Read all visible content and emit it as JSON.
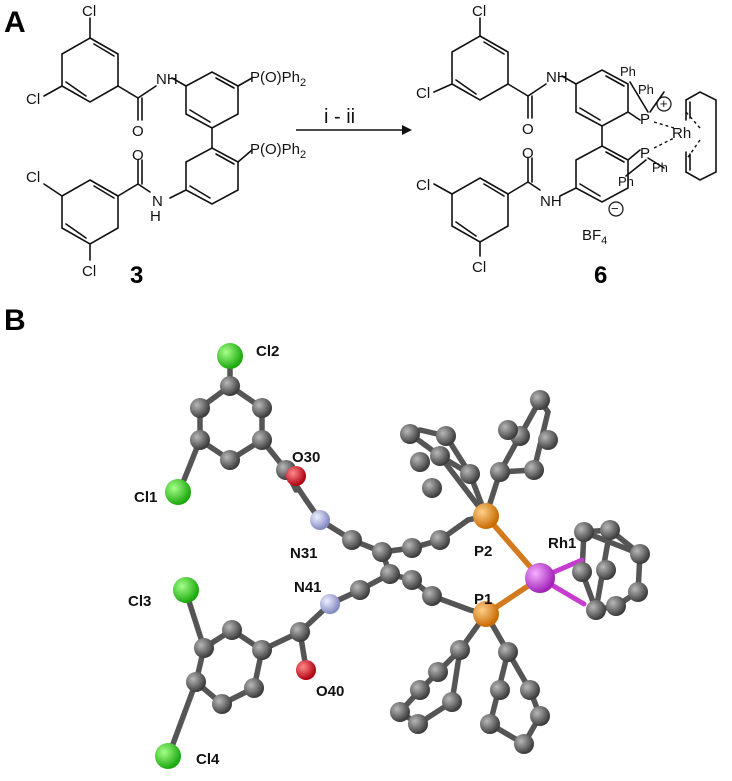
{
  "panels": {
    "a": {
      "letter": "A"
    },
    "b": {
      "letter": "B"
    }
  },
  "scheme": {
    "reagents": "i - ii",
    "reactant_label": "3",
    "product_label": "6",
    "atoms": {
      "cl": "Cl",
      "nh": "NH",
      "o": "O",
      "h": "H",
      "n": "N",
      "p": "P",
      "rh": "Rh",
      "ph": "Ph",
      "p_o_ph2": "P(O)Ph",
      "sub2": "2",
      "plus": "+",
      "minus": "−",
      "bf": "BF",
      "sub4": "4"
    }
  },
  "crystal_labels": {
    "cl1": "Cl1",
    "cl2": "Cl2",
    "cl3": "Cl3",
    "cl4": "Cl4",
    "o30": "O30",
    "o40": "O40",
    "n31": "N31",
    "n41": "N41",
    "p1": "P1",
    "p2": "P2",
    "rh1": "Rh1"
  },
  "colors": {
    "carbon": "#5a5a5a",
    "chlorine": "#33dd22",
    "oxygen": "#e8121a",
    "nitrogen": "#aab0dd",
    "phosphorus": "#f08a1e",
    "rhodium": "#d040e0"
  }
}
